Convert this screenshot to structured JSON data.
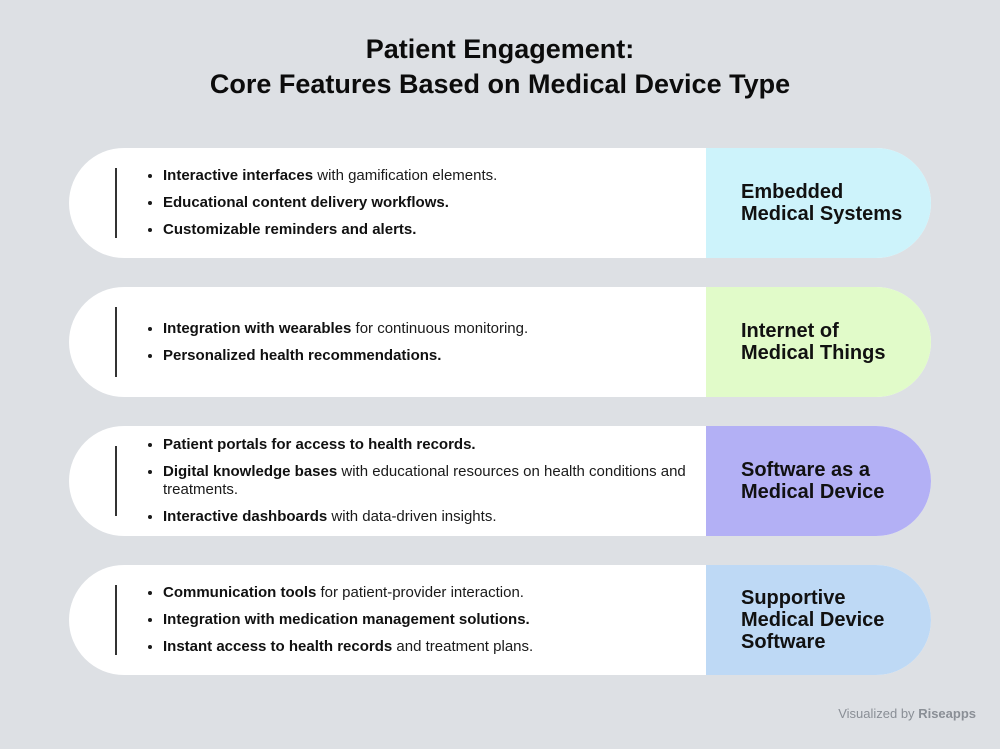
{
  "title": {
    "line1": "Patient Engagement:",
    "line2": "Core Features Based on Medical Device Type"
  },
  "cards": [
    {
      "category": "Embedded\nMedical Systems",
      "color": "#cdf3fb",
      "items": [
        {
          "bold": "Interactive interfaces",
          "rest": " with gamification elements."
        },
        {
          "bold": "Educational content delivery workflows.",
          "rest": ""
        },
        {
          "bold": "Customizable reminders and alerts.",
          "rest": ""
        }
      ]
    },
    {
      "category": "Internet of\nMedical Things",
      "color": "#e1fbc9",
      "items": [
        {
          "bold": "Integration with wearables",
          "rest": " for continuous monitoring."
        },
        {
          "bold": "Personalized health recommendations.",
          "rest": ""
        }
      ]
    },
    {
      "category": "Software as a\nMedical Device",
      "color": "#b3b0f5",
      "items": [
        {
          "bold": "Patient portals for access to health records.",
          "rest": ""
        },
        {
          "bold": "Digital knowledge bases",
          "rest": " with educational resources on health conditions and treatments."
        },
        {
          "bold": "Interactive dashboards",
          "rest": " with data-driven insights."
        }
      ]
    },
    {
      "category": "Supportive\nMedical Device\nSoftware",
      "color": "#bed9f5",
      "items": [
        {
          "bold": "Communication tools",
          "rest": " for patient-provider interaction."
        },
        {
          "bold": "Integration with medication management solutions.",
          "rest": ""
        },
        {
          "bold": "Instant access to health records",
          "rest": " and treatment plans."
        }
      ]
    }
  ],
  "footer": {
    "prefix": "Visualized by",
    "brand": "Riseapps"
  }
}
